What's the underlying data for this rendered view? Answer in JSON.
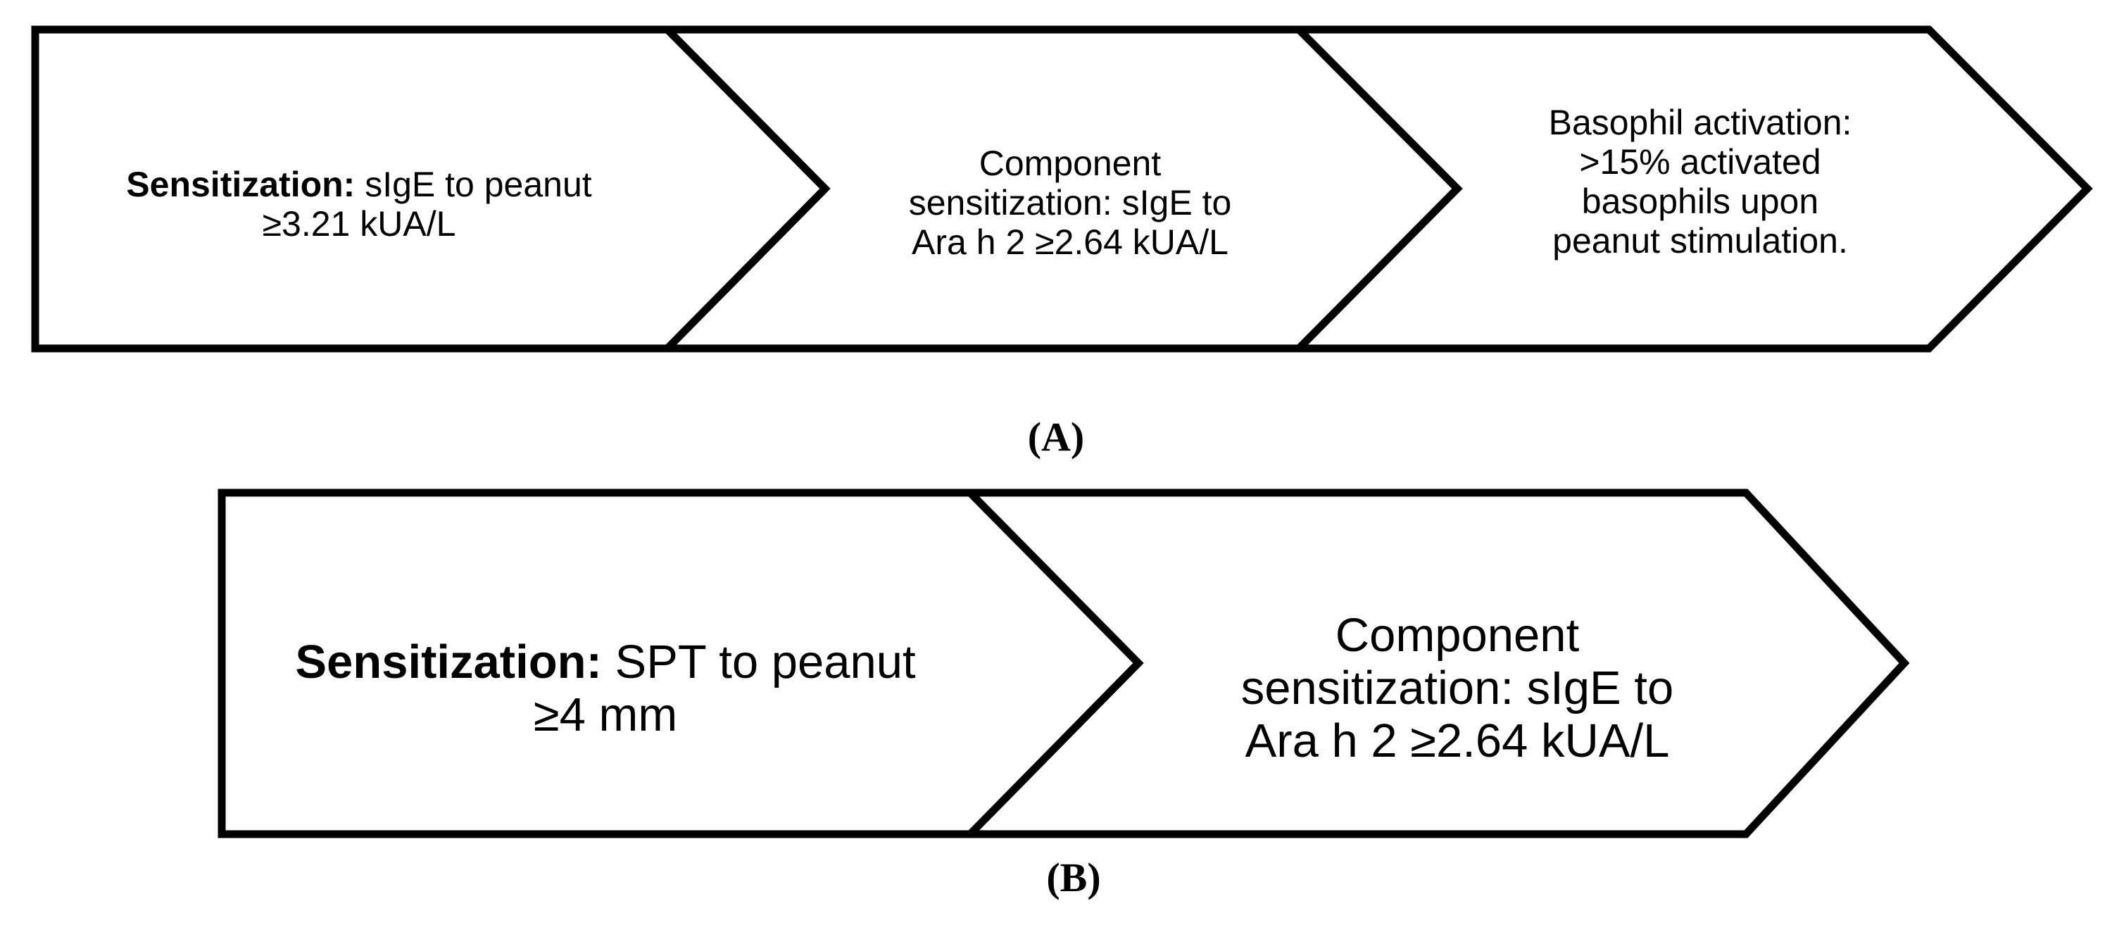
{
  "figure": {
    "background_color": "#ffffff",
    "stroke_color": "#000000",
    "panels": [
      {
        "id": "A",
        "caption": "(A)",
        "steps": [
          {
            "name": "sensitization-sige",
            "lead": "Sensitization:",
            "rest": " sIgE to peanut\n≥3.21 kUA/L",
            "full_text": "Sensitization: sIgE to peanut ≥3.21 kUA/L"
          },
          {
            "name": "component-sensitization-arah2",
            "lead": "",
            "rest": "Component\nsensitization: sIgE to\nAra h 2 ≥2.64 kUA/L",
            "full_text": "Component sensitization: sIgE to Ara h 2 ≥2.64 kUA/L"
          },
          {
            "name": "basophil-activation",
            "lead": "",
            "rest": "Basophil activation:\n>15% activated\nbasophils upon\npeanut stimulation.",
            "full_text": "Basophil activation: >15% activated basophils upon peanut stimulation."
          }
        ]
      },
      {
        "id": "B",
        "caption": "(B)",
        "steps": [
          {
            "name": "sensitization-spt",
            "lead": "Sensitization:",
            "rest": " SPT to peanut\n≥4 mm",
            "full_text": "Sensitization: SPT to peanut ≥4 mm"
          },
          {
            "name": "component-sensitization-arah2",
            "lead": "",
            "rest": "Component\nsensitization: sIgE to\nAra h 2 ≥2.64 kUA/L",
            "full_text": "Component sensitization: sIgE to Ara h 2 ≥2.64 kUA/L"
          }
        ]
      }
    ]
  }
}
